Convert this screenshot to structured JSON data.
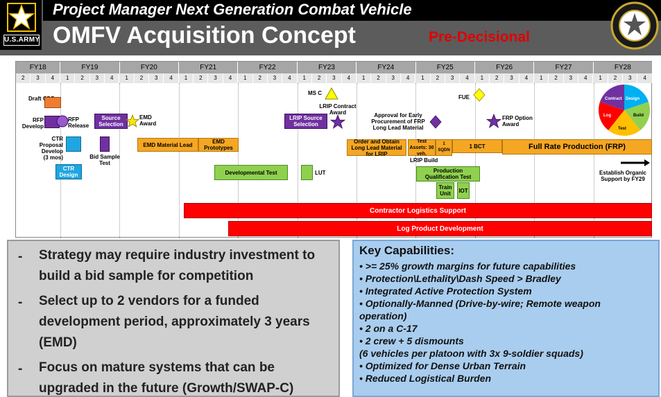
{
  "header": {
    "title_top": "Project Manager Next Generation Combat Vehicle",
    "title_main": "OMFV Acquisition Concept",
    "pre_decisional": "Pre-Decisional",
    "logo_text": "U.S.ARMY"
  },
  "timeline": {
    "fiscal_years": [
      "FY18",
      "FY19",
      "FY20",
      "FY21",
      "FY22",
      "FY23",
      "FY24",
      "FY25",
      "FY26",
      "FY27",
      "FY28"
    ],
    "quarters": [
      "2",
      "3",
      "4",
      "1",
      "2",
      "3",
      "4",
      "1",
      "2",
      "3",
      "4",
      "1",
      "2",
      "3",
      "4",
      "1",
      "2",
      "3",
      "4",
      "1",
      "2",
      "3",
      "4",
      "1",
      "2",
      "3",
      "4",
      "1",
      "2",
      "3",
      "4",
      "1",
      "2",
      "3",
      "4",
      "1",
      "2",
      "3",
      "4",
      "1",
      "2",
      "3",
      "4"
    ],
    "labels": {
      "draft_cdd": "Draft CDD",
      "rfp_develop": "RFP Develop",
      "rfp_release": "RFP Release",
      "ctr_proposal": "CTR Proposal Develop (3 mos)",
      "ctr_design": "CTR Design",
      "bid_sample": "Bid Sample Test",
      "source_selection": "Source Selection",
      "emd_award": "EMD Award",
      "emd_material_lead": "EMD Material Lead",
      "emd_prototypes": "EMD Prototypes",
      "developmental_test": "Developmental Test",
      "ms_c": "MS C",
      "lrip_contract_award": "LRIP Contract Award",
      "lrip_source_selection": "LRIP Source Selection",
      "lut": "LUT",
      "approval_early": "Approval for Early Procurement of FRP Long Lead Material",
      "order_obtain": "Order and Obtain Long Lead Material for LRIP",
      "test_assets": "Test Assets: 30 veh.",
      "sqdn": "1 SQDN",
      "bct": "1 BCT",
      "full_rate": "Full Rate Production (FRP)",
      "lrip_build": "LRIP Build",
      "pqt": "Production Qualification Test",
      "train_unit": "Train Unit",
      "iot": "IOT",
      "fue": "FUE",
      "frp_option": "FRP Option Award",
      "organic_support": "Establish Organic Support by FY29",
      "cls": "Contractor Logistics Support",
      "log_product": "Log Product Development",
      "cycle_contract": "Contract",
      "cycle_design": "Design",
      "cycle_build": "Build",
      "cycle_test": "Test",
      "cycle_log": "Log"
    }
  },
  "strategy": {
    "bullets": [
      "Strategy may require industry investment to build a bid sample for competition",
      "Select up to 2 vendors for a funded development period, approximately 3 years (EMD)",
      "Focus on mature systems that can be upgraded in the future (Growth/SWAP-C)"
    ]
  },
  "capabilities": {
    "title": "Key Capabilities:",
    "items": [
      "• >= 25% growth margins for future capabilities",
      "• Protection\\Lethality\\Dash Speed > Bradley",
      "• Integrated Active Protection System",
      "• Optionally-Manned (Drive-by-wire; Remote weapon",
      "operation)",
      "• 2 on a C-17",
      "• 2 crew  + 5 dismounts",
      "(6 vehicles per platoon with 3x 9-soldier squads)",
      "• Optimized for Dense Urban Terrain",
      "• Reduced Logistical Burden"
    ]
  },
  "colors": {
    "header_black": "#000000",
    "header_gray": "#5c5c5c",
    "pre_decisional_red": "#e00000",
    "bar_red": "#ff0000",
    "bar_orange": "#f5a623",
    "bar_green": "#8fd14f",
    "milestone_purple": "#7030a0",
    "ctr_cyan": "#1fa6e0",
    "capabilities_blue": "#a9cdee",
    "strategy_gray": "#d0d0d0"
  }
}
